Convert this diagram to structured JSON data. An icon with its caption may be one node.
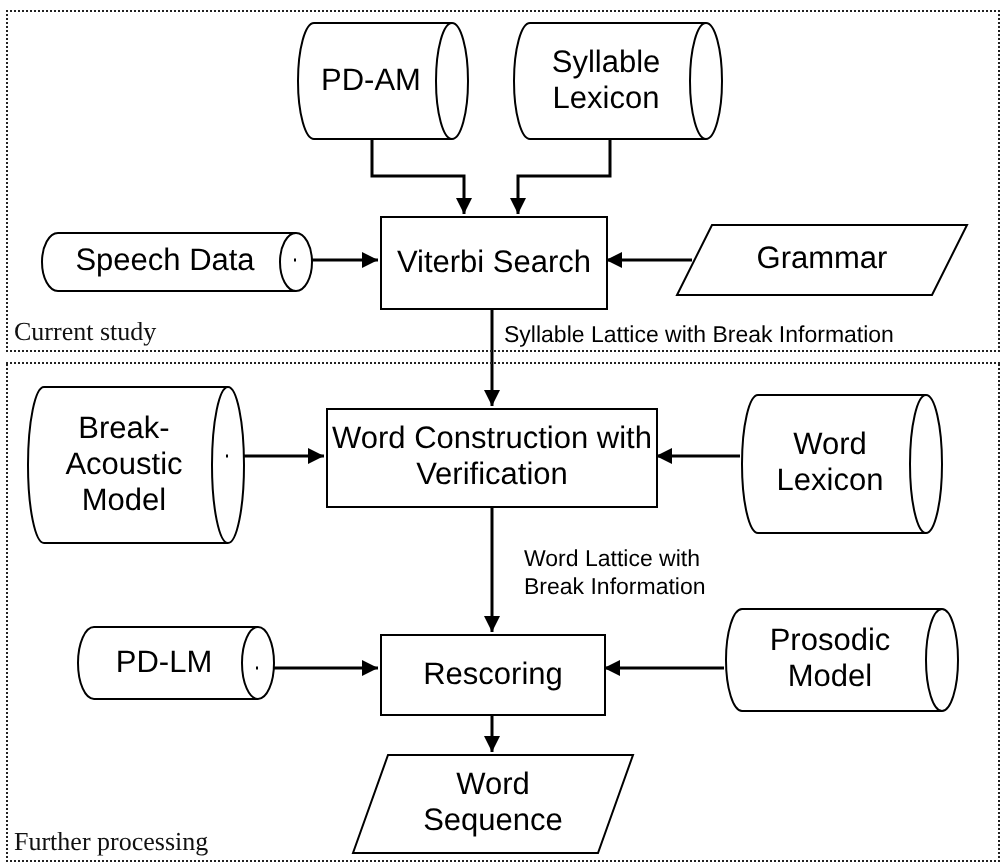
{
  "diagram": {
    "nodes": [
      {
        "text": [
          "Current study"
        ]
      },
      {
        "text": [
          "PD-AM"
        ],
        "in": 0
      },
      {
        "text": [
          "Syllable Lexicon"
        ],
        "in": 0
      },
      {
        "text": [
          "Speech Data"
        ],
        "in": 0
      },
      {
        "text": [
          "Viterbi Search"
        ],
        "in": 0
      },
      {
        "text": [
          "Grammar"
        ],
        "in": 0
      },
      {
        "text": [
          "Further processing"
        ]
      },
      {
        "text": [
          "Break-Acoustic Model"
        ],
        "in": 6
      },
      {
        "text": [
          "Word Construction with Verification"
        ],
        "in": 6
      },
      {
        "text": [
          "Word Lexicon"
        ],
        "in": 6
      },
      {
        "text": [
          "PD-LM"
        ],
        "in": 6
      },
      {
        "text": [
          "Rescoring"
        ],
        "in": 6
      },
      {
        "text": [
          "Prosodic Model"
        ],
        "in": 6
      },
      {
        "text": [
          "Word Sequence"
        ],
        "in": 6
      }
    ],
    "edges": [
      {
        "from": 1,
        "to": 4,
        "arrow": "to"
      },
      {
        "from": 2,
        "to": 4,
        "arrow": "to"
      },
      {
        "from": 3,
        "to": 4,
        "arrow": "to"
      },
      {
        "from": 5,
        "to": 4,
        "arrow": "to"
      },
      {
        "from": 4,
        "to": 8,
        "arrow": "to",
        "label": "Syllable Lattice with Break Information"
      },
      {
        "from": 7,
        "to": 8,
        "arrow": "to"
      },
      {
        "from": 9,
        "to": 8,
        "arrow": "to"
      },
      {
        "from": 8,
        "to": 11,
        "arrow": "to",
        "label": "Word Lattice with Break Information"
      },
      {
        "from": 10,
        "to": 11,
        "arrow": "to"
      },
      {
        "from": 12,
        "to": 11,
        "arrow": "to"
      },
      {
        "from": 11,
        "to": 13,
        "arrow": "to"
      }
    ]
  }
}
